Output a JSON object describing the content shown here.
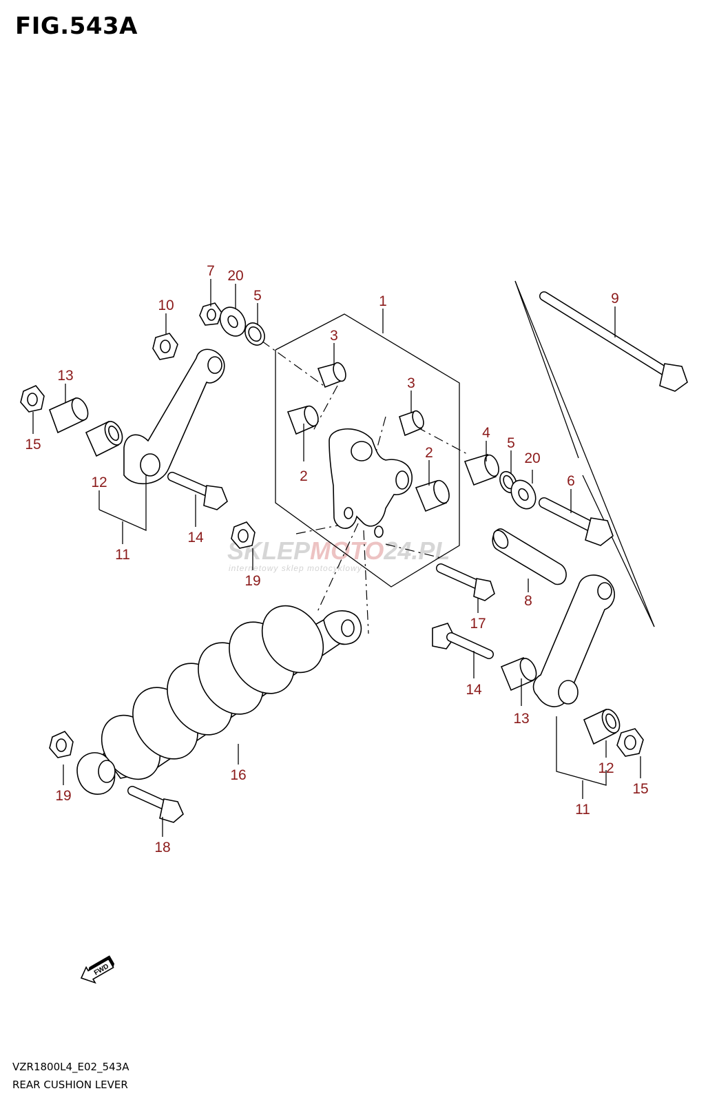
{
  "figure": {
    "title": "FIG.543A",
    "model_code": "VZR1800L4_E02_543A",
    "name": "REAR CUSHION LEVER"
  },
  "watermark": {
    "brand_left": "SKLEP",
    "brand_mid": "MOTO",
    "brand_right": "24.PL",
    "tagline": "internetowy sklep motocyklowy"
  },
  "fwd_label": "FWD",
  "colors": {
    "callout": "#8b1a1a",
    "line": "#000000",
    "watermark": "#c9c9c9"
  },
  "callouts": [
    "1",
    "2",
    "2",
    "3",
    "3",
    "4",
    "5",
    "5",
    "6",
    "7",
    "8",
    "9",
    "10",
    "11",
    "11",
    "12",
    "12",
    "13",
    "13",
    "14",
    "14",
    "15",
    "15",
    "16",
    "17",
    "18",
    "19",
    "19",
    "20",
    "20"
  ]
}
